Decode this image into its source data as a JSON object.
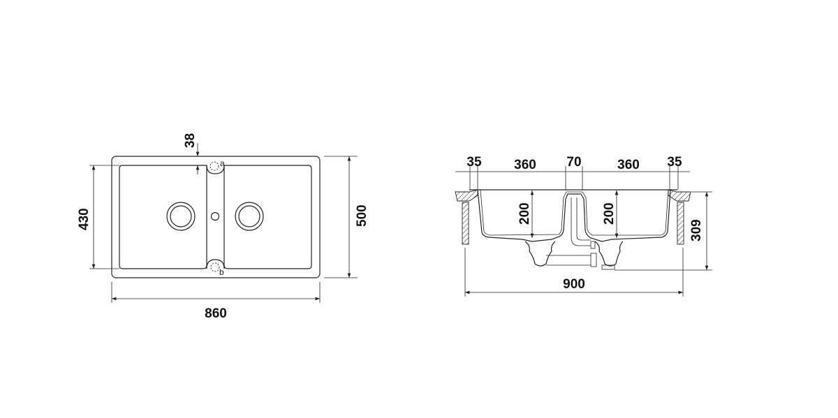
{
  "top_view": {
    "dimensions": {
      "overall_width": "860",
      "overall_depth": "500",
      "bowl_depth": "430",
      "rim_offset": "38"
    },
    "markers": {
      "a": "a",
      "b": "b"
    }
  },
  "side_view": {
    "dimensions": {
      "left_rim": "35",
      "left_bowl": "360",
      "divider": "70",
      "right_bowl": "360",
      "right_rim": "35",
      "left_bowl_height": "200",
      "right_bowl_height": "200",
      "total_height": "309",
      "overall_width": "900"
    }
  }
}
